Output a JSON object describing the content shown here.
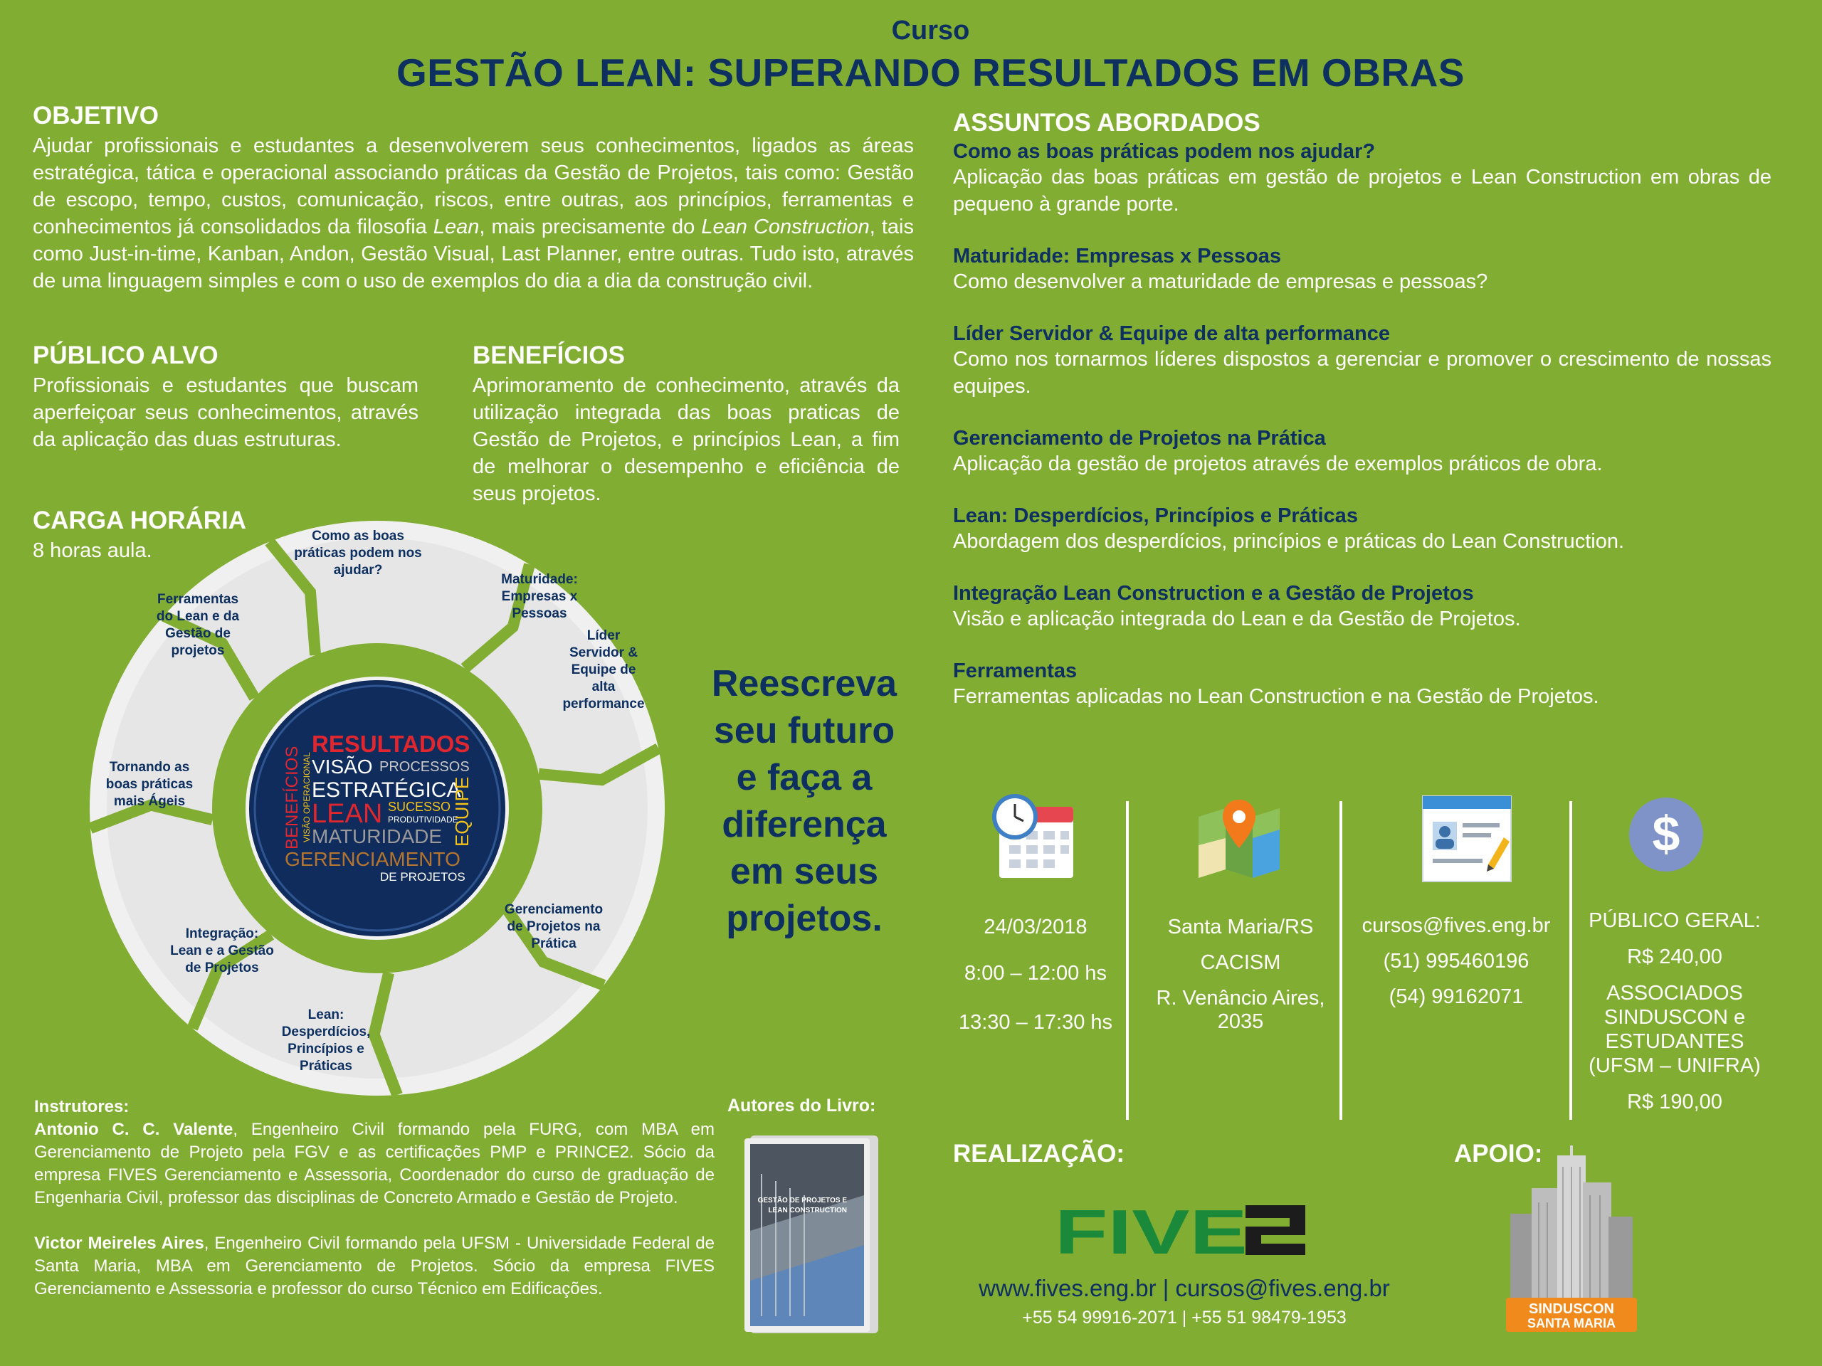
{
  "header": {
    "pre": "Curso",
    "title": "GESTÃO LEAN: SUPERANDO RESULTADOS EM OBRAS"
  },
  "objetivo": {
    "title": "OBJETIVO",
    "p1": "Ajudar profissionais e estudantes a desenvolverem seus conhecimentos, ligados as áreas estratégica, tática e operacional associando práticas da Gestão de Projetos, tais como: Gestão de escopo, tempo, custos, comunicação, riscos, entre outras, aos princípios, ferramentas e conhecimentos já consolidados da filosofia ",
    "em1": "Lean",
    "p2": ", mais precisamente do ",
    "em2": "Lean Construction",
    "p3": ", tais como Just-in-time, Kanban, Andon, Gestão Visual, Last Planner, entre outras. Tudo isto, através de uma linguagem simples e com o uso de exemplos do dia a dia da construção civil."
  },
  "publico": {
    "title": "PÚBLICO ALVO",
    "text": "Profissionais e estudantes que buscam aperfeiçoar seus conhecimentos, através da aplicação das duas estruturas."
  },
  "beneficios": {
    "title": "BENEFÍCIOS",
    "text": "Aprimoramento de conhecimento, através da utilização integrada das boas praticas de Gestão de Projetos, e princípios Lean, a fim de melhorar o desempenho e eficiência de seus projetos."
  },
  "carga": {
    "title": "CARGA HORÁRIA",
    "text": "8 horas aula."
  },
  "wheel": {
    "segments": [
      [
        "Como as boas",
        "práticas podem nos",
        "ajudar?"
      ],
      [
        "Maturidade:",
        "Empresas x",
        "Pessoas"
      ],
      [
        "Líder",
        "Servidor &",
        "Equipe de",
        "alta",
        "performance"
      ],
      [
        "Gerenciamento",
        "de Projetos na",
        "Prática"
      ],
      [
        "Lean:",
        "Desperdícios,",
        "Princípios e",
        "Práticas"
      ],
      [
        "Integração:",
        "Lean e a Gestão",
        "de Projetos"
      ],
      [
        "Tornando as",
        "boas práticas",
        "mais Ágeis"
      ],
      [
        "Ferramentas",
        "do Lean e da",
        "Gestão de",
        "projetos"
      ]
    ],
    "cloud": {
      "resultados": "RESULTADOS",
      "visao": "VISÃO",
      "processos": "PROCESSOS",
      "estrategica": "ESTRATÉGICA",
      "lean": "LEAN",
      "sucesso": "SUCESSO",
      "produtividade": "PRODUTIVIDADE",
      "maturidade": "MATURIDADE",
      "gerenciamento": "GERENCIAMENTO",
      "deprojetos": "DE PROJETOS",
      "beneficios": "BENEFÍCIOS",
      "visaoop": "VISÃO OPERACIONAL",
      "equipe": "EQUIPE"
    }
  },
  "slogan": [
    "Reescreva",
    "seu futuro",
    "e faça a",
    "diferença",
    "em seus",
    "projetos."
  ],
  "assuntos": {
    "title": "ASSUNTOS ABORDADOS",
    "items": [
      {
        "title": "Como as boas práticas podem nos ajudar?",
        "desc": "Aplicação das boas práticas em gestão de projetos e Lean Construction em obras de pequeno à grande porte."
      },
      {
        "title": "Maturidade: Empresas x Pessoas",
        "desc": "Como desenvolver a maturidade de empresas e pessoas?"
      },
      {
        "title": "Líder Servidor & Equipe de alta performance",
        "desc": "Como nos tornarmos líderes dispostos a gerenciar e promover o crescimento de nossas equipes."
      },
      {
        "title": "Gerenciamento de Projetos na Prática",
        "desc": "Aplicação da gestão de projetos através de exemplos práticos de obra."
      },
      {
        "title": "Lean: Desperdícios, Princípios e Práticas",
        "desc": "Abordagem dos desperdícios, princípios  e práticas do Lean Construction."
      },
      {
        "title": "Integração Lean Construction e a Gestão de Projetos",
        "desc": "Visão e aplicação integrada do Lean e da Gestão de Projetos."
      },
      {
        "title": "Ferramentas",
        "desc": "Ferramentas aplicadas no Lean Construction e na Gestão de Projetos."
      }
    ]
  },
  "info": {
    "date": "24/03/2018",
    "time1": "8:00 – 12:00 hs",
    "time2": "13:30 – 17:30 hs",
    "city": "Santa Maria/RS",
    "venue": "CACISM",
    "street": "R. Venâncio Aires,",
    "number": "2035",
    "email": "cursos@fives.eng.br",
    "phone1": "(51) 995460196",
    "phone2": "(54) 99162071",
    "price_general_label": "PÚBLICO GERAL:",
    "price_general": "R$ 240,00",
    "assoc_1": "ASSOCIADOS",
    "assoc_2": "SINDUSCON e",
    "assoc_3": "ESTUDANTES",
    "assoc_4": "(UFSM – UNIFRA)",
    "price_assoc": "R$ 190,00"
  },
  "instrutores": {
    "title": "Instrutores:",
    "i1_name": "Antonio C. C. Valente",
    "i1_text": ", Engenheiro Civil formando pela FURG, com MBA em Gerenciamento de Projeto pela FGV e as certificações PMP e PRINCE2. Sócio da empresa FIVES Gerenciamento e Assessoria, Coordenador do curso de graduação de Engenharia Civil, professor das disciplinas de Concreto Armado e Gestão de Projeto.",
    "i2_name": "Victor Meireles Aires",
    "i2_text": ", Engenheiro Civil formando pela UFSM - Universidade Federal de Santa Maria, MBA em Gerenciamento de Projetos. Sócio da empresa FIVES Gerenciamento e Assessoria e professor do curso Técnico em Edificações."
  },
  "livro": {
    "title": "Autores do Livro:",
    "cover1": "GESTÃO DE PROJETOS E",
    "cover2": "LEAN CONSTRUCTION"
  },
  "realizacao": {
    "label": "REALIZAÇÃO:",
    "logo": "FIVES",
    "web": "www.fives.eng.br | cursos@fives.eng.br",
    "phones": "+55 54 99916-2071 | +55 51 98479-1953"
  },
  "apoio": {
    "label": "APOIO:",
    "logo1": "SINDUSCON",
    "logo2": "SANTA MARIA"
  },
  "colors": {
    "background": "#82ad33",
    "navy": "#0d3060",
    "fives_green": "#1a8a3a",
    "sinduscon_orange": "#f08a1c"
  }
}
